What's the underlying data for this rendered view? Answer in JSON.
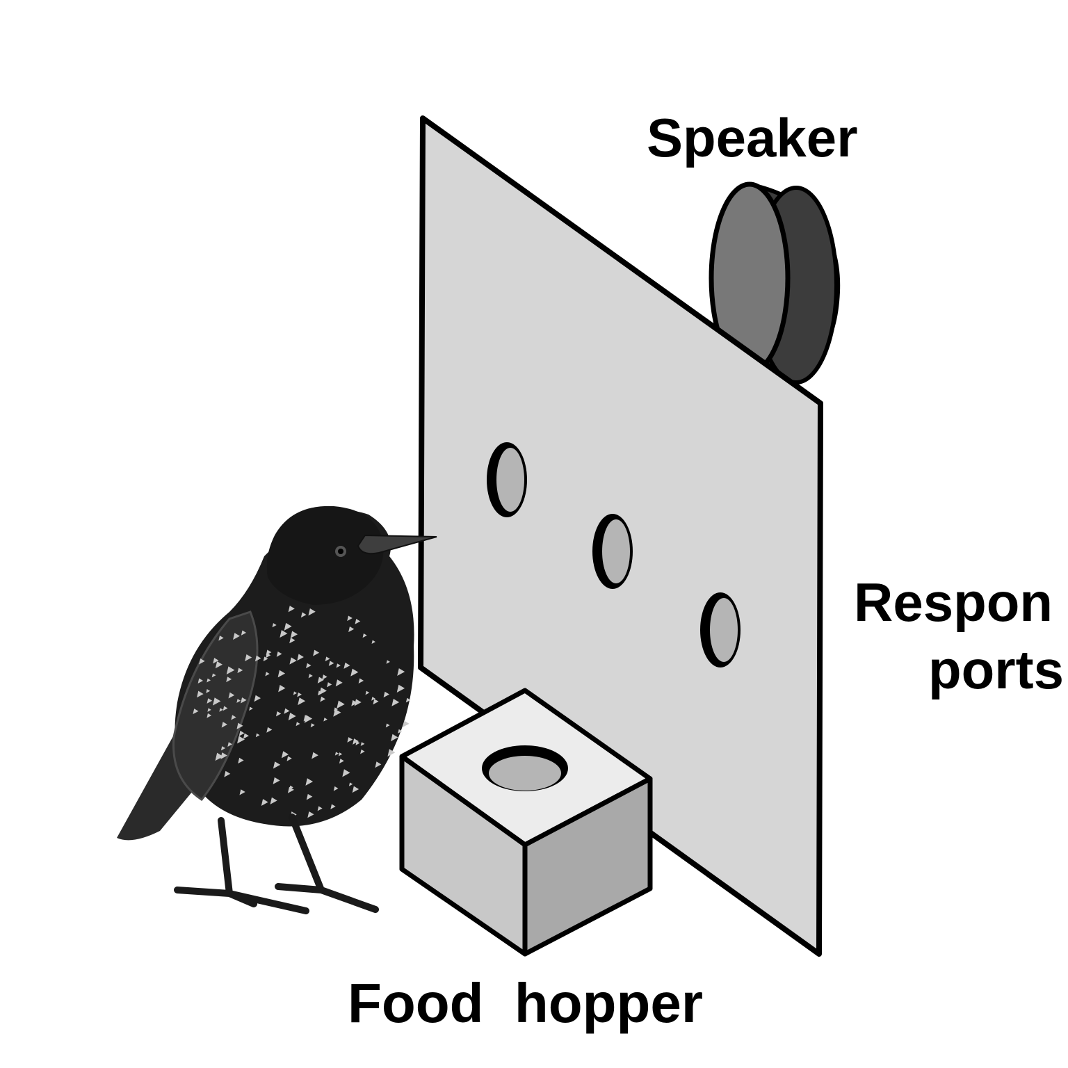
{
  "labels": {
    "speaker": "Speaker",
    "response_line1": "Respon",
    "response_line2": "ports",
    "food_hopper": "Food  hopper"
  },
  "colors": {
    "panel": "#d6d6d6",
    "panel_stroke": "#000000",
    "port_fill": "#b5b5b5",
    "speaker_face": "#787878",
    "speaker_body": "#3c3c3c",
    "hopper_top": "#ececec",
    "hopper_left": "#c8c8c8",
    "hopper_right": "#a9a9a9",
    "bird_body": "#1c1c1c",
    "bird_spots": "#c9c9c9"
  },
  "icons": {
    "bird": "starling-icon",
    "speaker": "speaker-icon",
    "hopper": "food-hopper-icon"
  }
}
